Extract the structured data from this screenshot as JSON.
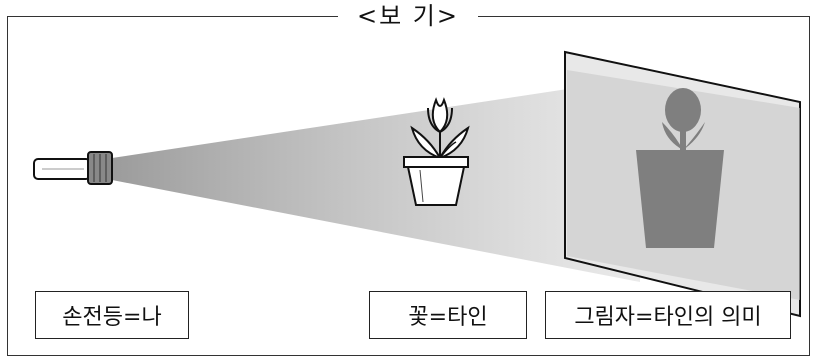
{
  "title": "<보  기>",
  "labels": {
    "flashlight": "손전등=나",
    "flower": "꽃=타인",
    "shadow": "그림자=타인의 의미"
  },
  "icons": [
    "flashlight-icon",
    "flower-pot-icon",
    "shadow-icon"
  ]
}
